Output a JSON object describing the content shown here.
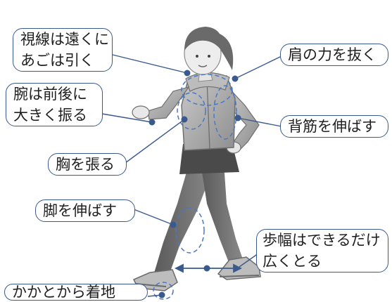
{
  "labels": {
    "gaze": {
      "lines": [
        "視線は遠くに",
        "あごは引く"
      ]
    },
    "shoulders": {
      "text": "肩の力を抜く"
    },
    "arms": {
      "lines": [
        "腕は前後に",
        "大きく振る"
      ]
    },
    "back": {
      "text": "背筋を伸ばす"
    },
    "chest": {
      "text": "胸を張る"
    },
    "legs": {
      "text": "脚を伸ばす"
    },
    "stride": {
      "lines": [
        "歩幅はできるだけ",
        "広くとる"
      ]
    },
    "heel": {
      "text": "かかとから着地"
    }
  },
  "colors": {
    "label_border": "#3b5a8c",
    "leader_line": "#3b5a8c",
    "highlight_dash": "#4a78c4",
    "figure_gray": "#8c8c8c",
    "figure_dark": "#4d4d4d"
  }
}
